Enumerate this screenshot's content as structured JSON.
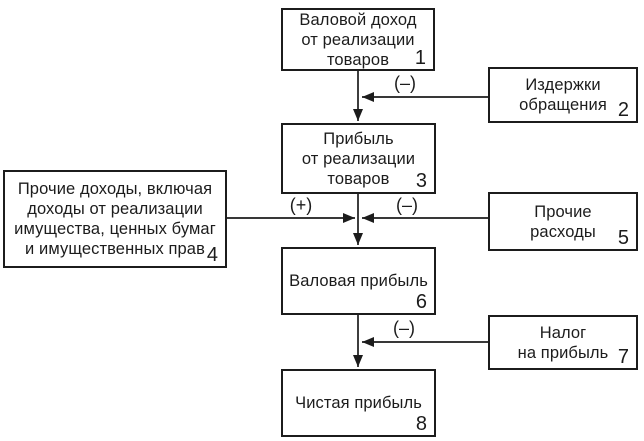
{
  "diagram": {
    "background_color": "#ffffff",
    "line_color": "#1c1c1c",
    "boxes": [
      {
        "num": "1",
        "label": "Валовой доход\nот реализации\nтоваров"
      },
      {
        "num": "2",
        "label": "Издержки\nобращения"
      },
      {
        "num": "3",
        "label": "Прибыль\nот реализации\nтоваров"
      },
      {
        "num": "4",
        "label": "Прочие доходы, включая\nдоходы от реализации\nимущества, ценных бумаг\nи имущественных прав"
      },
      {
        "num": "5",
        "label": "Прочие\nрасходы"
      },
      {
        "num": "6",
        "label": "Валовая прибыль"
      },
      {
        "num": "7",
        "label": "Налог\nна прибыль"
      },
      {
        "num": "8",
        "label": "Чистая прибыль"
      }
    ],
    "operators": {
      "minus_top": "(–)",
      "plus_left": "(+)",
      "minus_mid": "(–)",
      "minus_bottom": "(–)"
    },
    "edges": [
      {
        "path": "1 → 3",
        "modifier_box": "2",
        "operator": "(–)"
      },
      {
        "path": "3 → 6"
      },
      {
        "path": "4 → line 3–6",
        "operator": "(+)"
      },
      {
        "path": "5 → line 3–6",
        "operator": "(–)"
      },
      {
        "path": "6 → 8",
        "modifier_box": "7",
        "operator": "(–)"
      }
    ]
  }
}
